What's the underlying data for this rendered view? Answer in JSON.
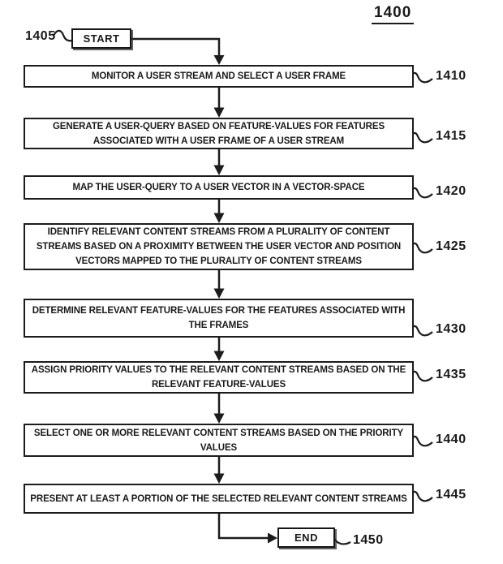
{
  "figure": {
    "number": "1400"
  },
  "terminals": {
    "start": {
      "label": "START",
      "ref": "1405"
    },
    "end": {
      "label": "END",
      "ref": "1450"
    }
  },
  "steps": [
    {
      "ref": "1410",
      "lines": [
        "MONITOR A USER STREAM AND SELECT A USER FRAME"
      ]
    },
    {
      "ref": "1415",
      "lines": [
        "GENERATE A USER-QUERY BASED ON FEATURE-VALUES FOR FEATURES",
        "ASSOCIATED WITH A USER FRAME OF A USER STREAM"
      ]
    },
    {
      "ref": "1420",
      "lines": [
        "MAP THE USER-QUERY TO A USER VECTOR IN A VECTOR-SPACE"
      ]
    },
    {
      "ref": "1425",
      "lines": [
        "IDENTIFY RELEVANT CONTENT STREAMS FROM A PLURALITY OF CONTENT",
        "STREAMS BASED ON A PROXIMITY BETWEEN THE USER VECTOR AND POSITION",
        "VECTORS MAPPED TO THE PLURALITY OF CONTENT STREAMS"
      ]
    },
    {
      "ref": "1430",
      "lines": [
        "DETERMINE RELEVANT FEATURE-VALUES FOR THE FEATURES ASSOCIATED WITH",
        "THE FRAMES"
      ]
    },
    {
      "ref": "1435",
      "lines": [
        "ASSIGN PRIORITY VALUES TO THE RELEVANT CONTENT STREAMS BASED ON THE",
        "RELEVANT FEATURE-VALUES"
      ]
    },
    {
      "ref": "1440",
      "lines": [
        "SELECT ONE OR MORE RELEVANT CONTENT STREAMS BASED ON THE PRIORITY",
        "VALUES"
      ]
    },
    {
      "ref": "1445",
      "lines": [
        "PRESENT AT LEAST A PORTION OF THE SELECTED RELEVANT CONTENT STREAMS"
      ]
    }
  ],
  "colors": {
    "ink": "#1c1c1c",
    "background": "#ffffff"
  }
}
